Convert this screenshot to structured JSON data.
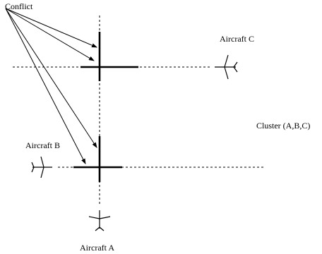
{
  "labels": {
    "conflict": "Conflict",
    "aircraft_a": "Aircraft A",
    "aircraft_b": "Aircraft B",
    "aircraft_c": "Aircraft C",
    "cluster": "Cluster (A,B,C)"
  },
  "colors": {
    "ink": "#000000",
    "background": "#ffffff"
  }
}
